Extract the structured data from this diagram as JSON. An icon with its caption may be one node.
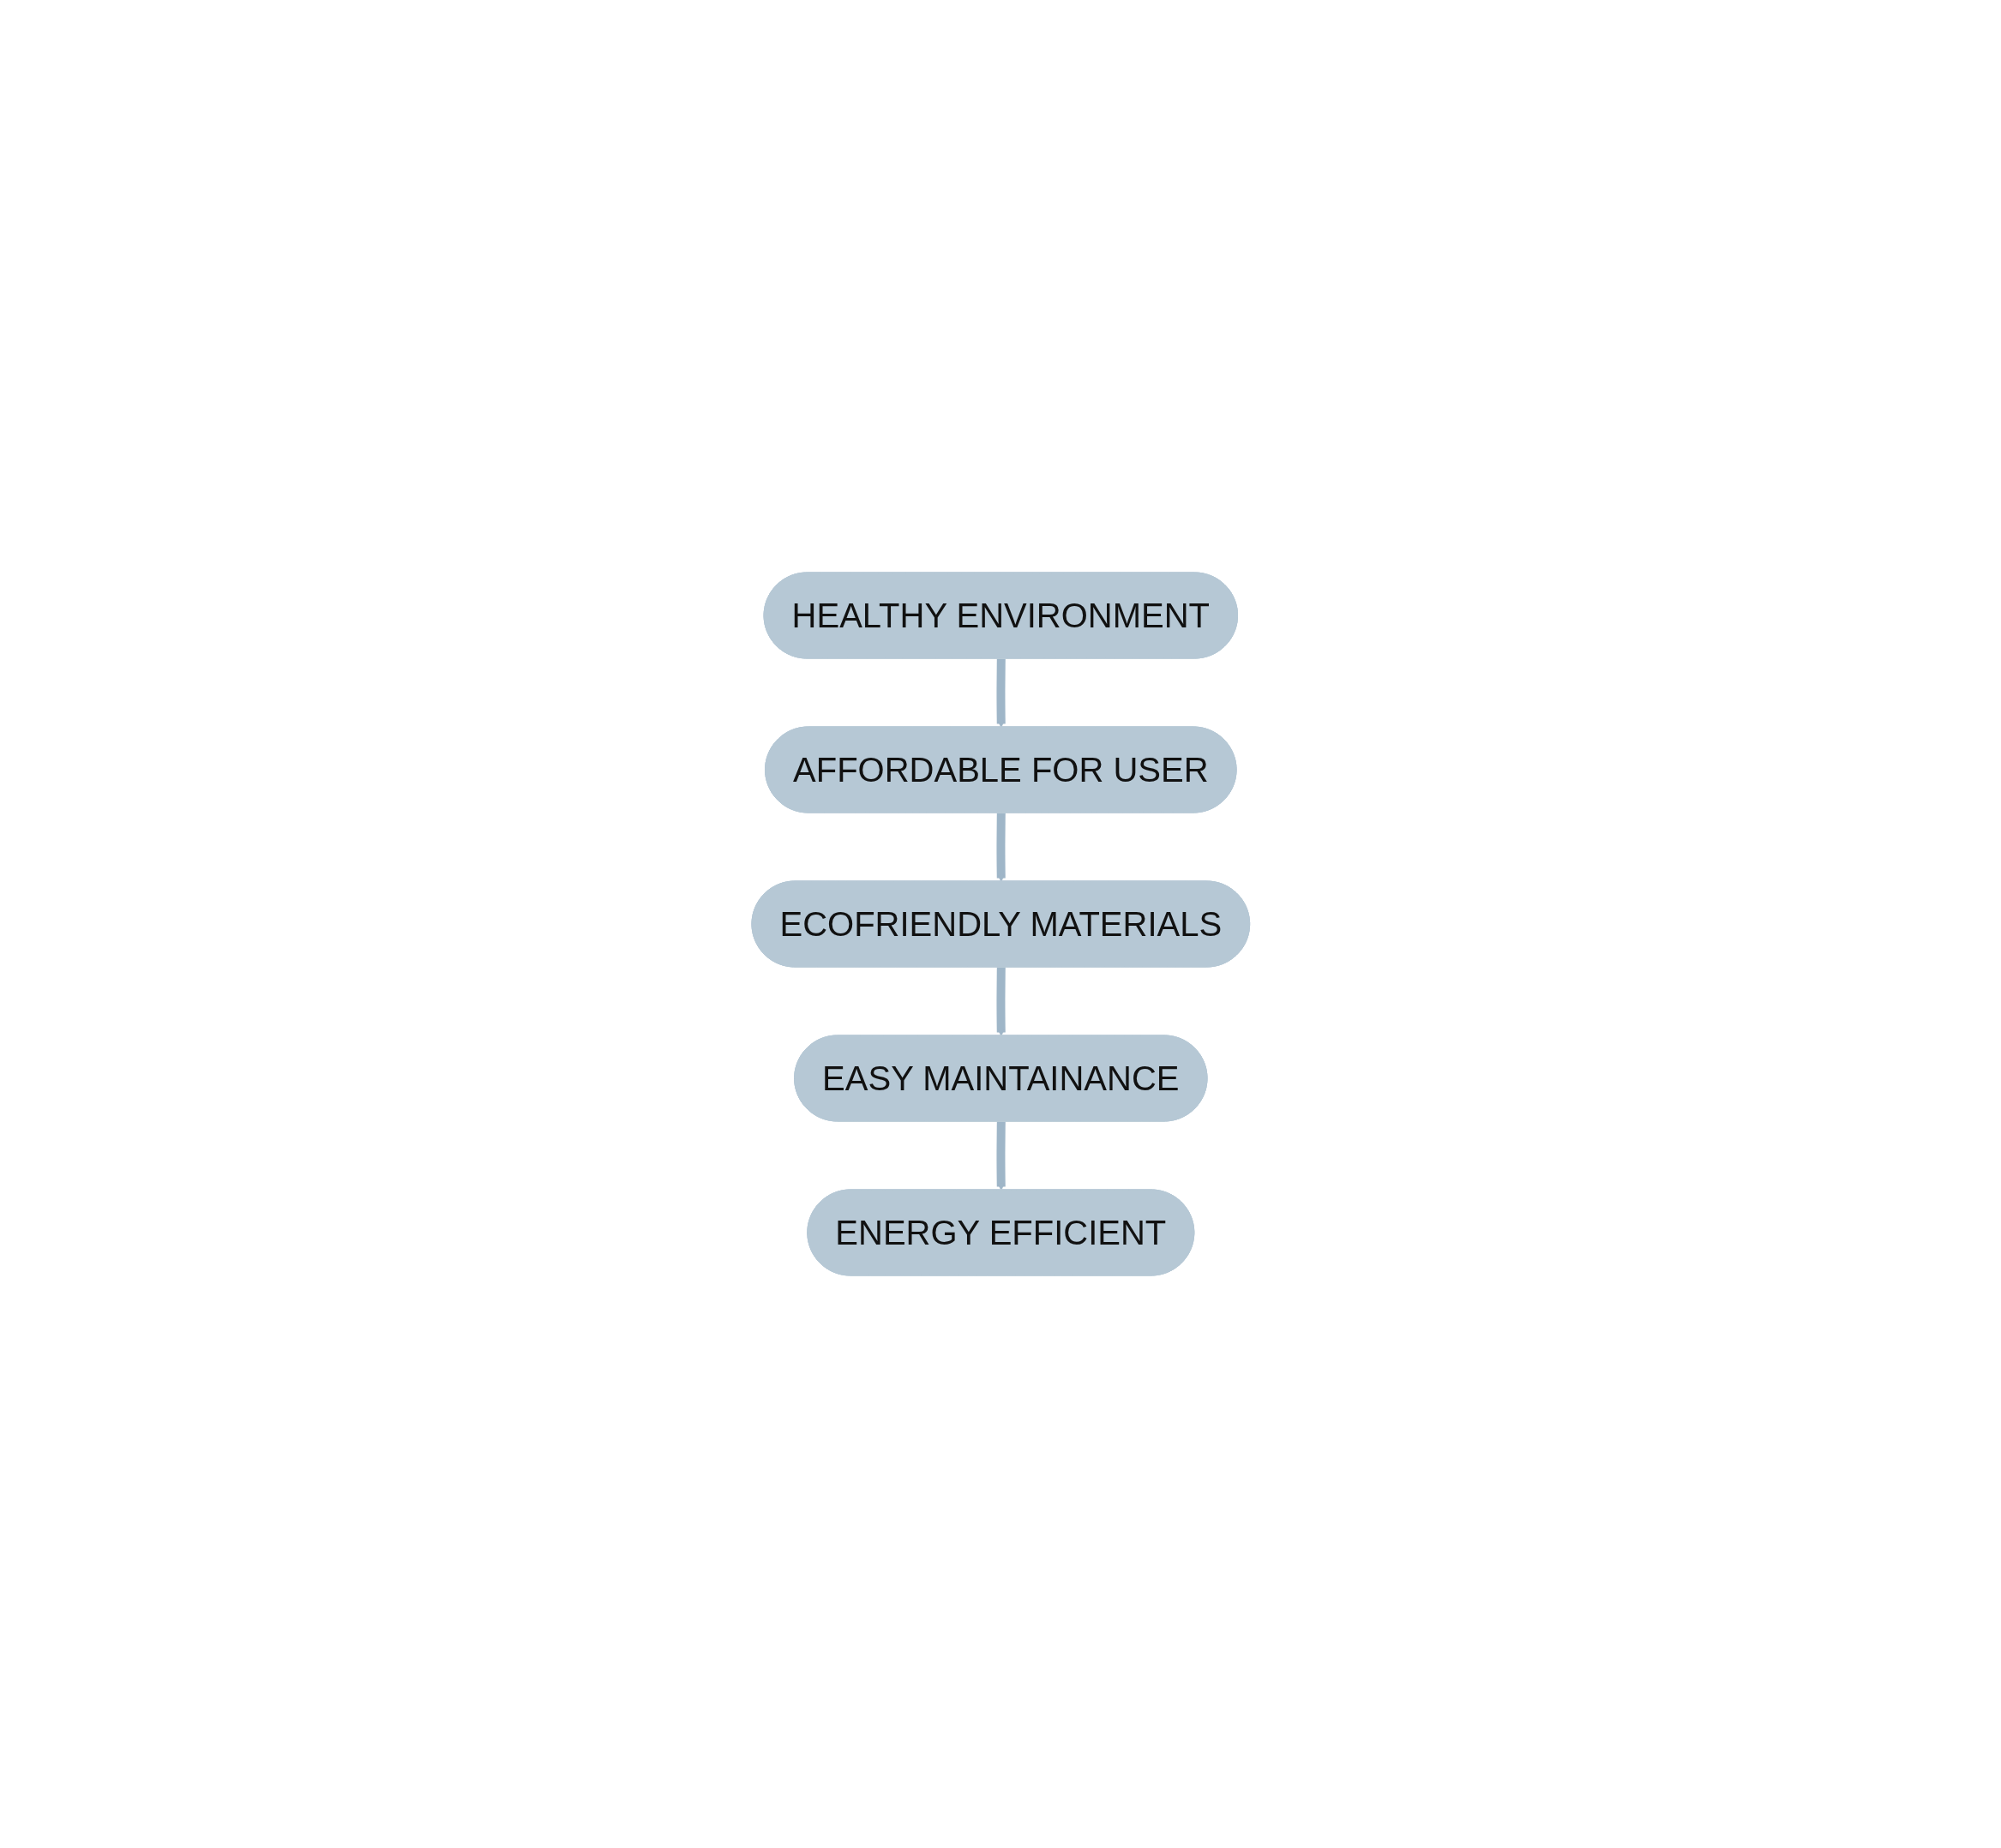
{
  "diagram": {
    "nodes": [
      {
        "text": [
          "HEALTHY ENVIRONMENT"
        ]
      },
      {
        "text": [
          "AFFORDABLE FOR USER"
        ]
      },
      {
        "text": [
          "ECOFRIENDLY MATERIALS"
        ]
      },
      {
        "text": [
          "EASY MAINTAINANCE"
        ]
      },
      {
        "text": [
          "ENERGY EFFICIENT"
        ]
      }
    ],
    "edges": [
      {
        "from": 0,
        "to": 1,
        "arrow": "to"
      },
      {
        "from": 1,
        "to": 2,
        "arrow": "to"
      },
      {
        "from": 2,
        "to": 3,
        "arrow": "to"
      },
      {
        "from": 3,
        "to": 4,
        "arrow": "to"
      }
    ]
  }
}
